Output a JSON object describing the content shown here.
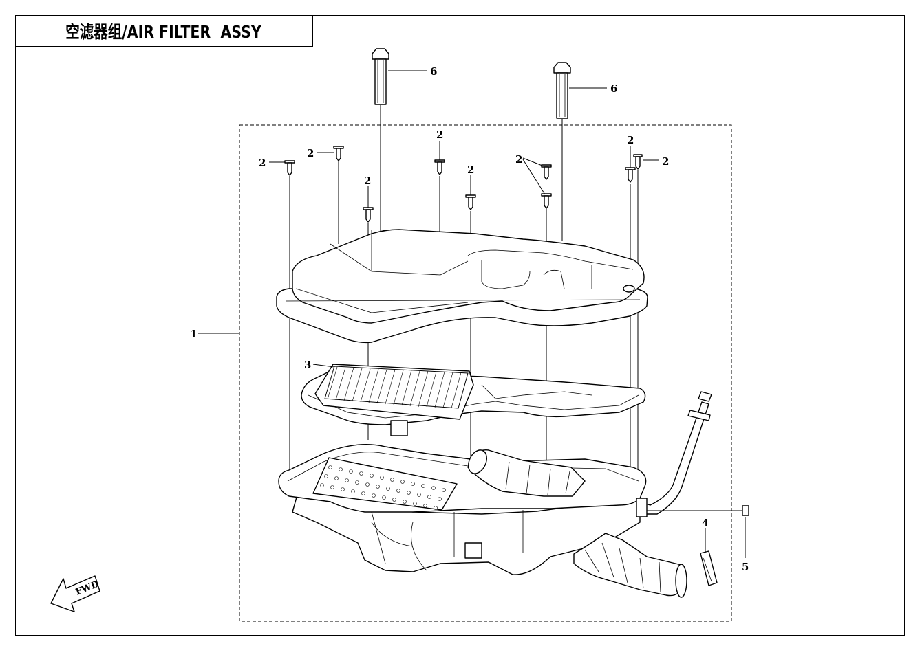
{
  "title": "空滤器组/AIR FILTER  ASSY",
  "fwd_label": "FWD",
  "callouts": {
    "c1": "1",
    "c2a": "2",
    "c2b": "2",
    "c2c": "2",
    "c2d": "2",
    "c2e": "2",
    "c2f": "2",
    "c2g": "2",
    "c2h": "2",
    "c3": "3",
    "c4": "4",
    "c5": "5",
    "c6a": "6",
    "c6b": "6"
  }
}
